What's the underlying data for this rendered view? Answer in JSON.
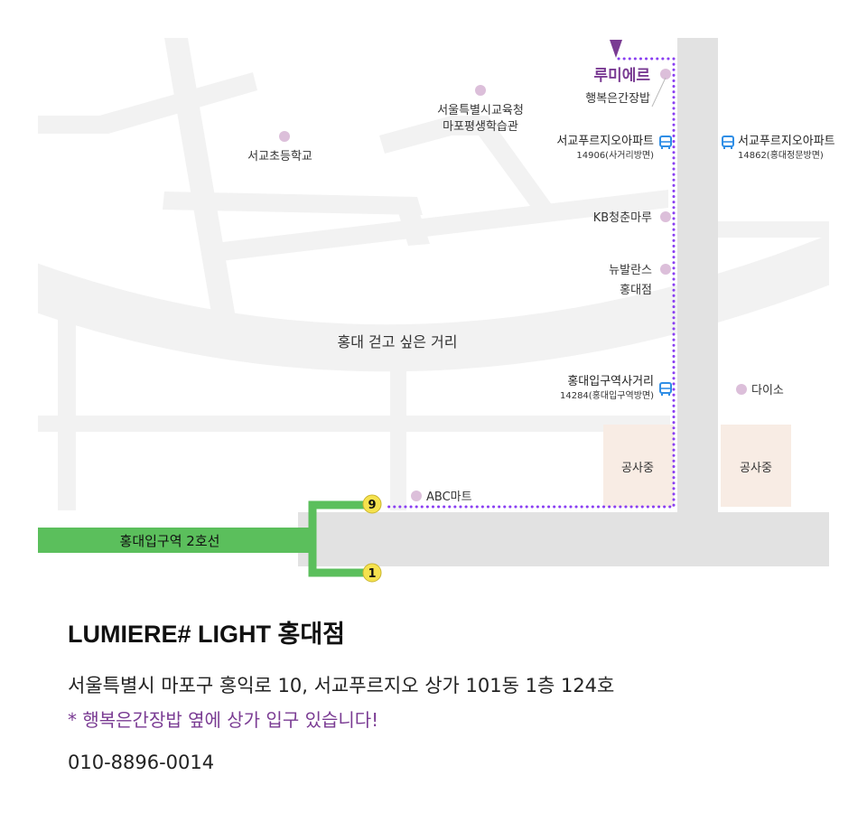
{
  "map": {
    "destination": {
      "name": "루미에르",
      "sub": "행복은간장밥"
    },
    "landmarks": [
      {
        "id": "seogyo-school",
        "label": [
          "서교초등학교"
        ]
      },
      {
        "id": "learning-center",
        "label": [
          "서울특별시교육청",
          "마포평생학습관"
        ]
      },
      {
        "id": "kb",
        "label": [
          "KB청춘마루"
        ]
      },
      {
        "id": "newbalance",
        "label": [
          "뉴발란스",
          "홍대점"
        ]
      },
      {
        "id": "daiso",
        "label": [
          "다이소"
        ]
      },
      {
        "id": "abc-mart",
        "label": [
          "ABC마트"
        ]
      }
    ],
    "bus_stops": [
      {
        "id": "west",
        "name": "서교푸르지오아파트",
        "code": "14906(사거리방면)"
      },
      {
        "id": "east",
        "name": "서교푸르지오아파트",
        "code": "14862(홍대정문방면)"
      },
      {
        "id": "crossroad",
        "name": "홍대입구역사거리",
        "code": "14284(홍대입구역방면)"
      }
    ],
    "road_label": "홍대 걷고 싶은 거리",
    "construction_labels": [
      "공사중",
      "공사중"
    ],
    "subway": {
      "line_label": "홍대입구역 2호선",
      "exits": [
        "9",
        "1"
      ]
    },
    "colors": {
      "road": "#e2e2e2",
      "walkway": "#f2f2f2",
      "route": "#8a3ff2",
      "destination": "#7a3b93",
      "poi": "#dcbfda",
      "bus": "#2f8ee6",
      "subway": "#5bbf5c",
      "exit": "#f6e24e",
      "construction": "#f8ece4"
    }
  },
  "info": {
    "name": "LUMIERE# LIGHT 홍대점",
    "address": "서울특별시 마포구 홍익로 10, 서교푸르지오 상가 101동 1층 124호",
    "notice": "* 행복은간장밥 옆에 상가 입구 있습니다!",
    "phone": "010-8896-0014"
  }
}
